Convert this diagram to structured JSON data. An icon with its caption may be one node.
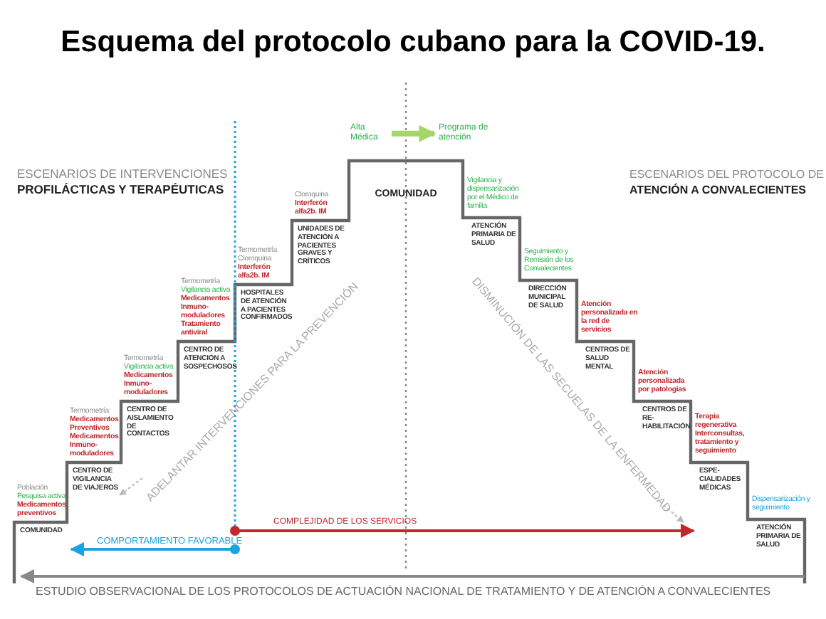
{
  "diagram": {
    "title": "Esquema del protocolo cubano para la COVID-19.",
    "nodes": [
      {
        "text": [
          "Alta Médica"
        ]
      },
      {
        "text": [
          "Programa de atención"
        ]
      }
    ],
    "edges": [
      {
        "from": 0,
        "to": 1,
        "arrow": "to"
      }
    ],
    "labels": [
      "ESCENARIOS DE INTERVENCIONES",
      "ESCENARIOS DEL PROTOCOLO DE",
      "PROFILÁCTICAS Y TERAPÉUTICAS",
      "Cloroquina",
      "Interferón alfa2b. IM",
      "COMUNIDAD",
      "Vigilancia y dispensarización por el Médico de familia",
      "ATENCIÓN A CONVALECIENTES",
      "Termometría",
      "Cloroquina",
      "Interferón alfa2b. IM",
      "UNIDADES DE ATENCIÓN A PACIENTES GRAVES Y CRÍTICOS",
      "ATENCIÓN PRIMARIA DE SALUD",
      "Seguimiento y Remisión de los Convalecientes",
      "Termometría",
      "Vigilancia activa",
      "Medicamentos Inmuno-moduladores Tratamiento antiviral",
      "HOSPITALES DE ATENCIÓN A PACIENTES CONFIRMADOS",
      "DIRECCIÓN MUNICIPAL DE SALUD",
      "Atención personalizada en la red de servicios",
      "Termometría",
      "Vigilancia activa",
      "Medicamentos Inmuno-moduladores",
      "CENTRO DE ATENCIÓN A SOSPECHOSOS",
      "CENTROS DE SALUD MENTAL",
      "Atención personalizada por patologías",
      "Termometría",
      "Medicamentos Preventivos Medicamentos Inmuno-moduladores",
      "CENTRO DE AISLAMIENTO DE CONTACTOS",
      "ADELANTAR INTERVENCIONES PARA LA PREVENCIÓN",
      "DISMINUCIÓN DE LAS SECUELAS DE LA ENFERMEDAD",
      "CENTROS DE RE-HABILITACIÓN",
      "Terapia regenerativa Interconsultas, tratamiento y seguimiento",
      "Población",
      "Pesquisa activa",
      "Medicamentos preventivos",
      "CENTRO DE VIGILANCIA DE VIAJEROS",
      "ESPE-CIALIDADES MÉDICAS",
      "Dispensarización y seguimiento",
      "COMUNIDAD",
      "COMPLEJIDAD DE LOS SERVICIOS",
      "ATENCIÓN PRIMARIA DE SALUD",
      "COMPORTAMIENTO FAVORABLE",
      "ESTUDIO OBSERVACIONAL DE LOS PROTOCOLOS DE ACTUACIÓN NACIONAL DE TRATAMIENTO Y DE ATENCIÓN A CONVALECIENTES"
    ]
  }
}
